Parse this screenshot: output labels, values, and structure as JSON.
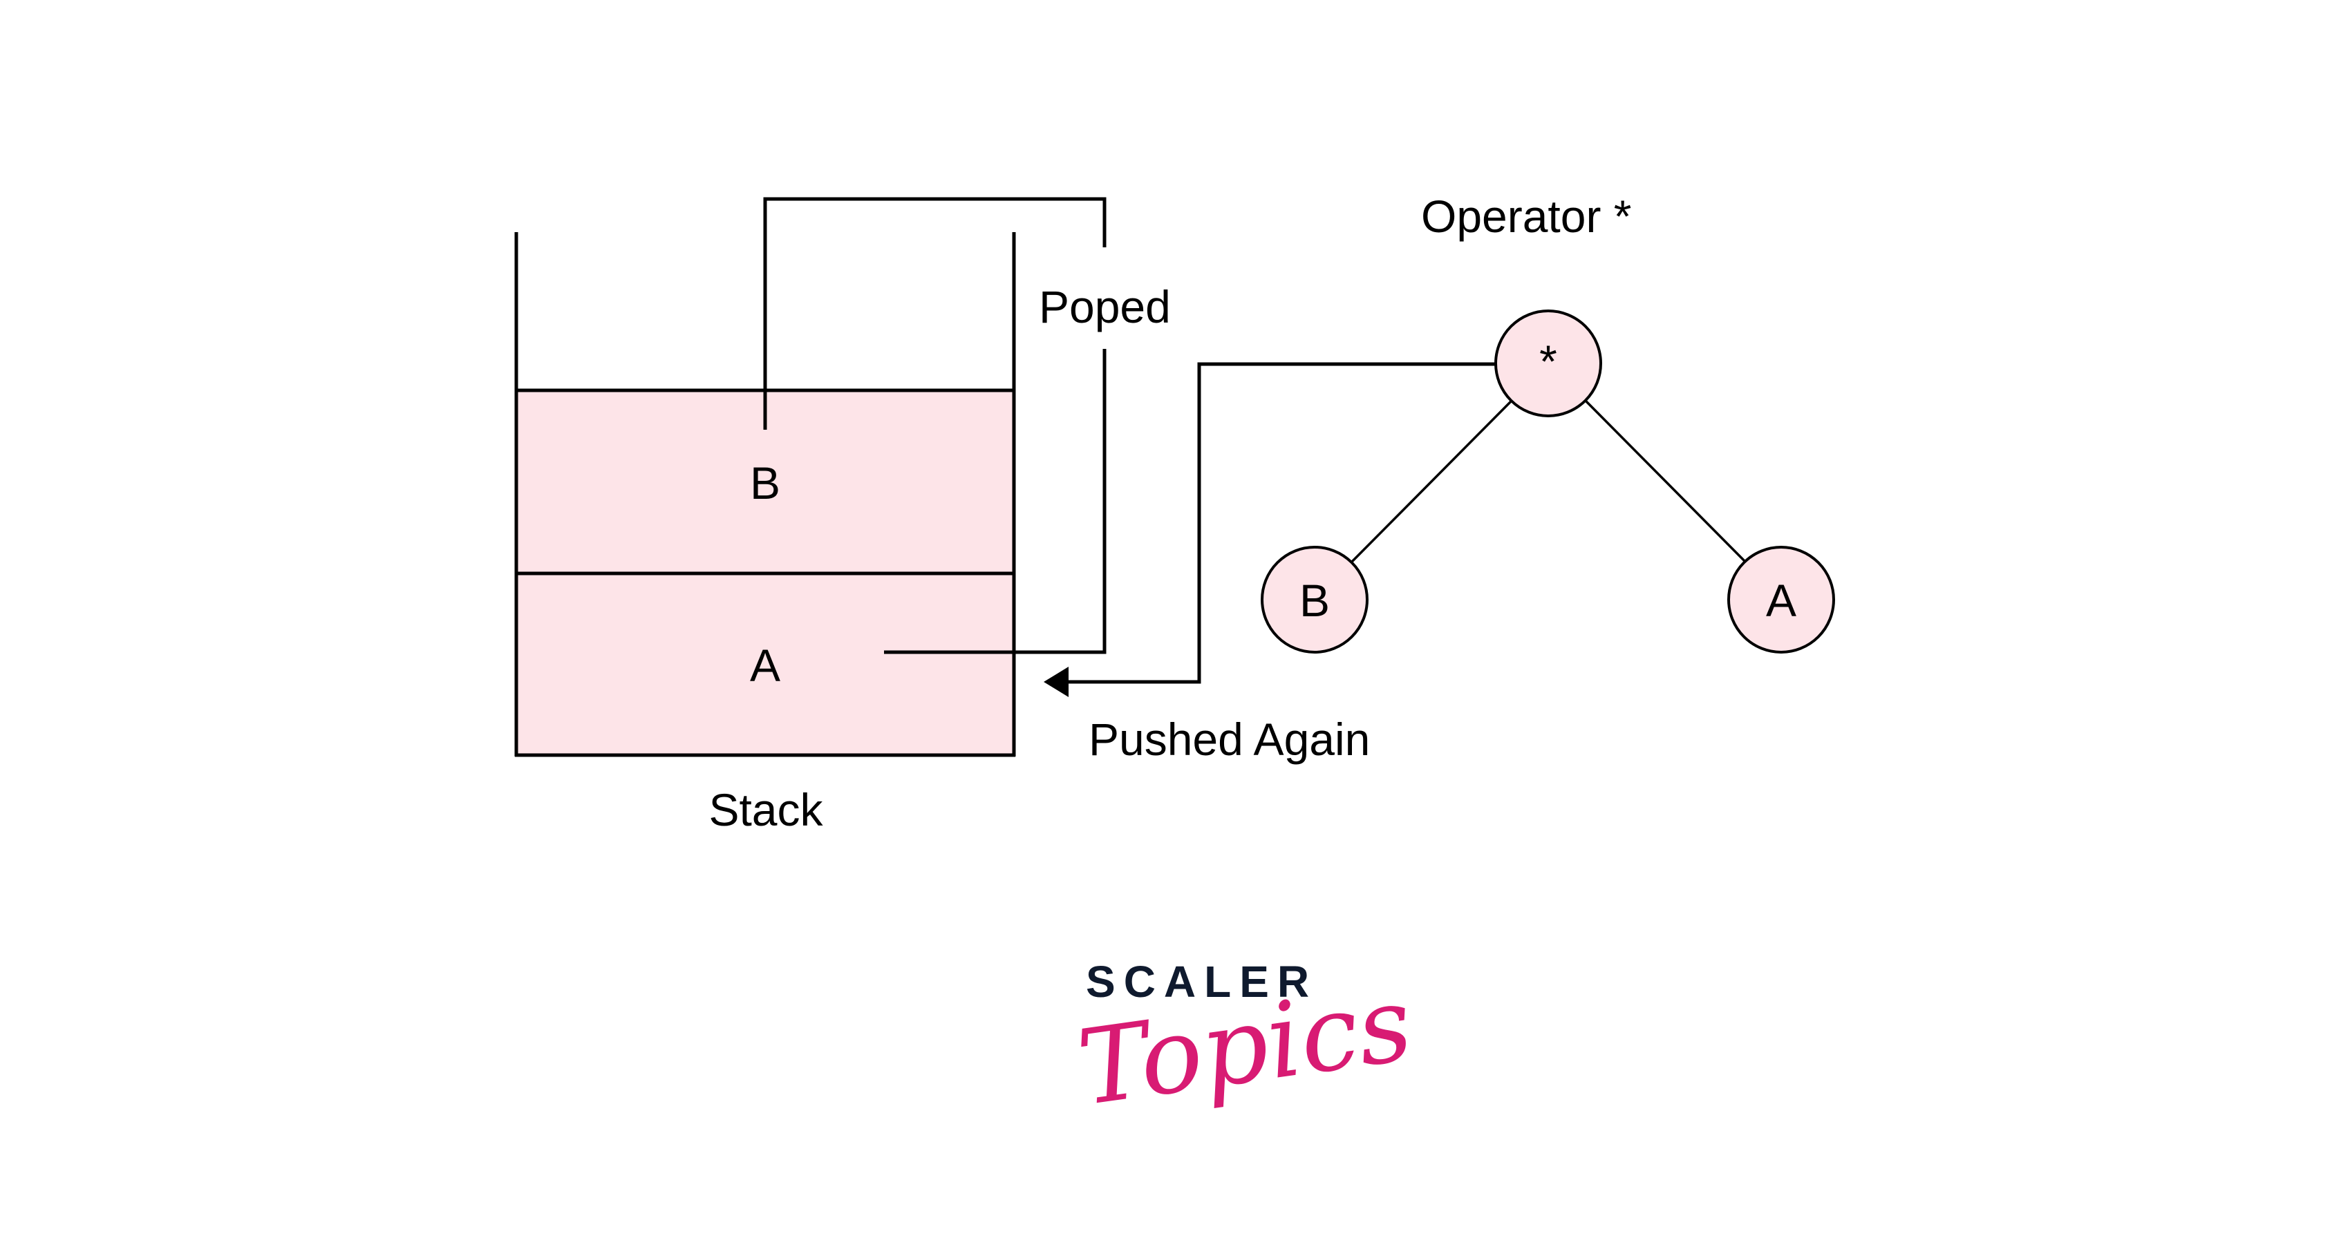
{
  "colors": {
    "cell_fill": "#fde4e8",
    "node_fill": "#fde4e8",
    "stroke": "#000000",
    "logo_dark": "#0f1a2e",
    "logo_pink": "#d81b73"
  },
  "stack": {
    "caption": "Stack",
    "cells": [
      {
        "label": "B",
        "position": "top"
      },
      {
        "label": "A",
        "position": "bottom"
      }
    ]
  },
  "arrows": {
    "popped_label": "Poped",
    "pushed_label": "Pushed Again"
  },
  "tree": {
    "title": "Operator *",
    "root": {
      "label": "*"
    },
    "left_child": {
      "label": "B"
    },
    "right_child": {
      "label": "A"
    }
  },
  "logo": {
    "top": "SCALER",
    "bottom": "Topics"
  }
}
